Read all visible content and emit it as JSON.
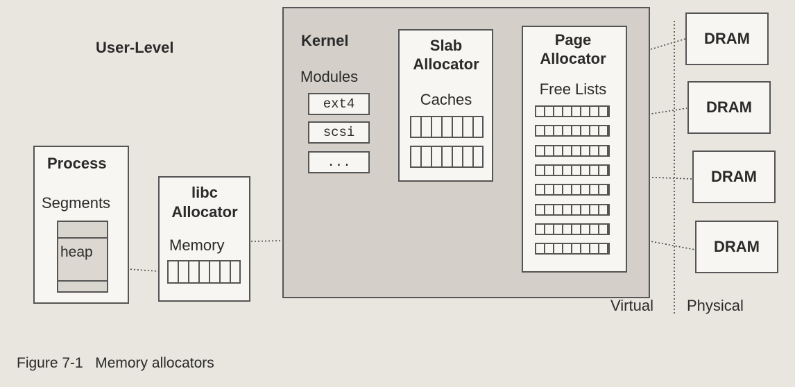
{
  "labels": {
    "user_level": "User-Level",
    "kernel": "Kernel",
    "modules": "Modules",
    "slab_allocator": "Slab Allocator",
    "caches": "Caches",
    "page_allocator": "Page Allocator",
    "free_lists": "Free Lists",
    "process": "Process",
    "segments": "Segments",
    "heap": "heap",
    "libc_allocator": "libc Allocator",
    "memory": "Memory",
    "virtual": "Virtual",
    "physical": "Physical",
    "caption": "Figure 7-1   Memory allocators"
  },
  "modules": [
    "ext4",
    "scsi",
    "..."
  ],
  "dram": [
    "DRAM",
    "DRAM",
    "DRAM",
    "DRAM"
  ]
}
